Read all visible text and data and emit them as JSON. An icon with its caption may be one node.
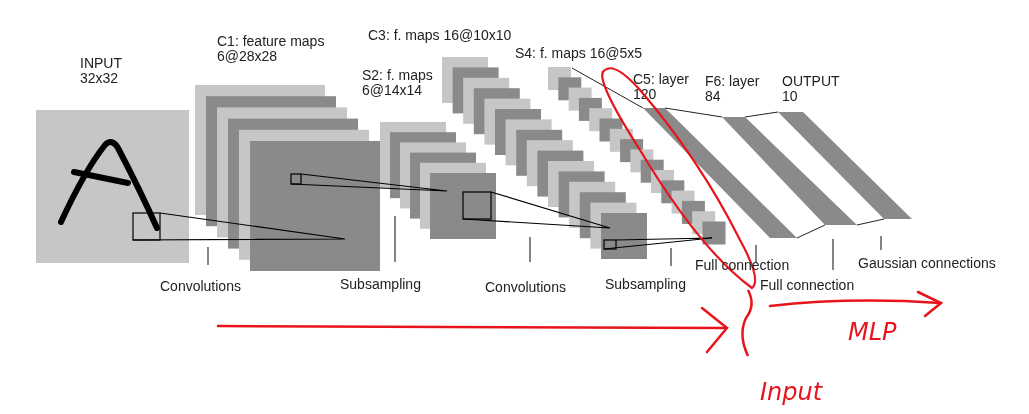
{
  "diagram": {
    "nodes": [
      {
        "text": [
          "INPUT 32x32"
        ]
      },
      {
        "text": [
          "C1: feature maps 6@28x28"
        ]
      },
      {
        "text": [
          "S2: f. maps 6@14x14"
        ]
      },
      {
        "text": [
          "C3: f. maps 16@10x10"
        ]
      },
      {
        "text": [
          "S4: f. maps 16@5x5"
        ]
      },
      {
        "text": [
          "C5: layer 120"
        ]
      },
      {
        "text": [
          "F6: layer 84"
        ]
      },
      {
        "text": [
          "OUTPUT 10"
        ]
      }
    ],
    "labels": [
      "Convolutions",
      "Subsampling",
      "Convolutions",
      "Subsampling",
      "Full connection",
      "Full connection",
      "Gaussian connections",
      "MLP",
      "Input"
    ]
  }
}
